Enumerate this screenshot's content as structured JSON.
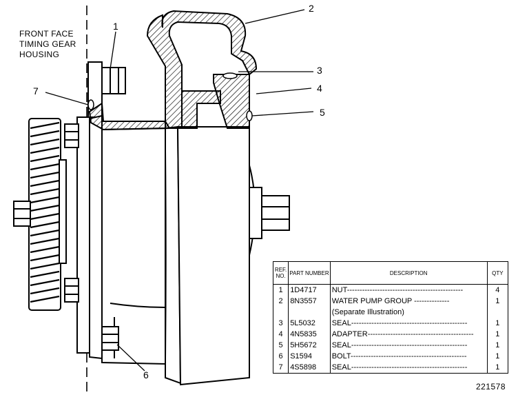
{
  "housing_label": [
    "FRONT FACE",
    "TIMING GEAR",
    "HOUSING"
  ],
  "callouts": [
    "1",
    "2",
    "3",
    "4",
    "5",
    "6",
    "7"
  ],
  "table": {
    "headers": {
      "ref": "REF. NO.",
      "part": "PART NUMBER",
      "desc": "DESCRIPTION",
      "qty": "QTY"
    },
    "rows": [
      {
        "ref": "1",
        "part": "1D4717",
        "desc": "NUT",
        "qty": "4"
      },
      {
        "ref": "2",
        "part": "8N3557",
        "desc": "WATER PUMP GROUP",
        "qty": "1",
        "note": "(Separate Illustration)"
      },
      {
        "ref": "3",
        "part": "5L5032",
        "desc": "SEAL",
        "qty": "1"
      },
      {
        "ref": "4",
        "part": "4N5835",
        "desc": "ADAPTER",
        "qty": "1"
      },
      {
        "ref": "5",
        "part": "5H5672",
        "desc": "SEAL",
        "qty": "1"
      },
      {
        "ref": "6",
        "part": "S1594",
        "desc": "BOLT",
        "qty": "1"
      },
      {
        "ref": "7",
        "part": "4S5898",
        "desc": "SEAL",
        "qty": "1"
      }
    ]
  },
  "drawing_number": "221578"
}
